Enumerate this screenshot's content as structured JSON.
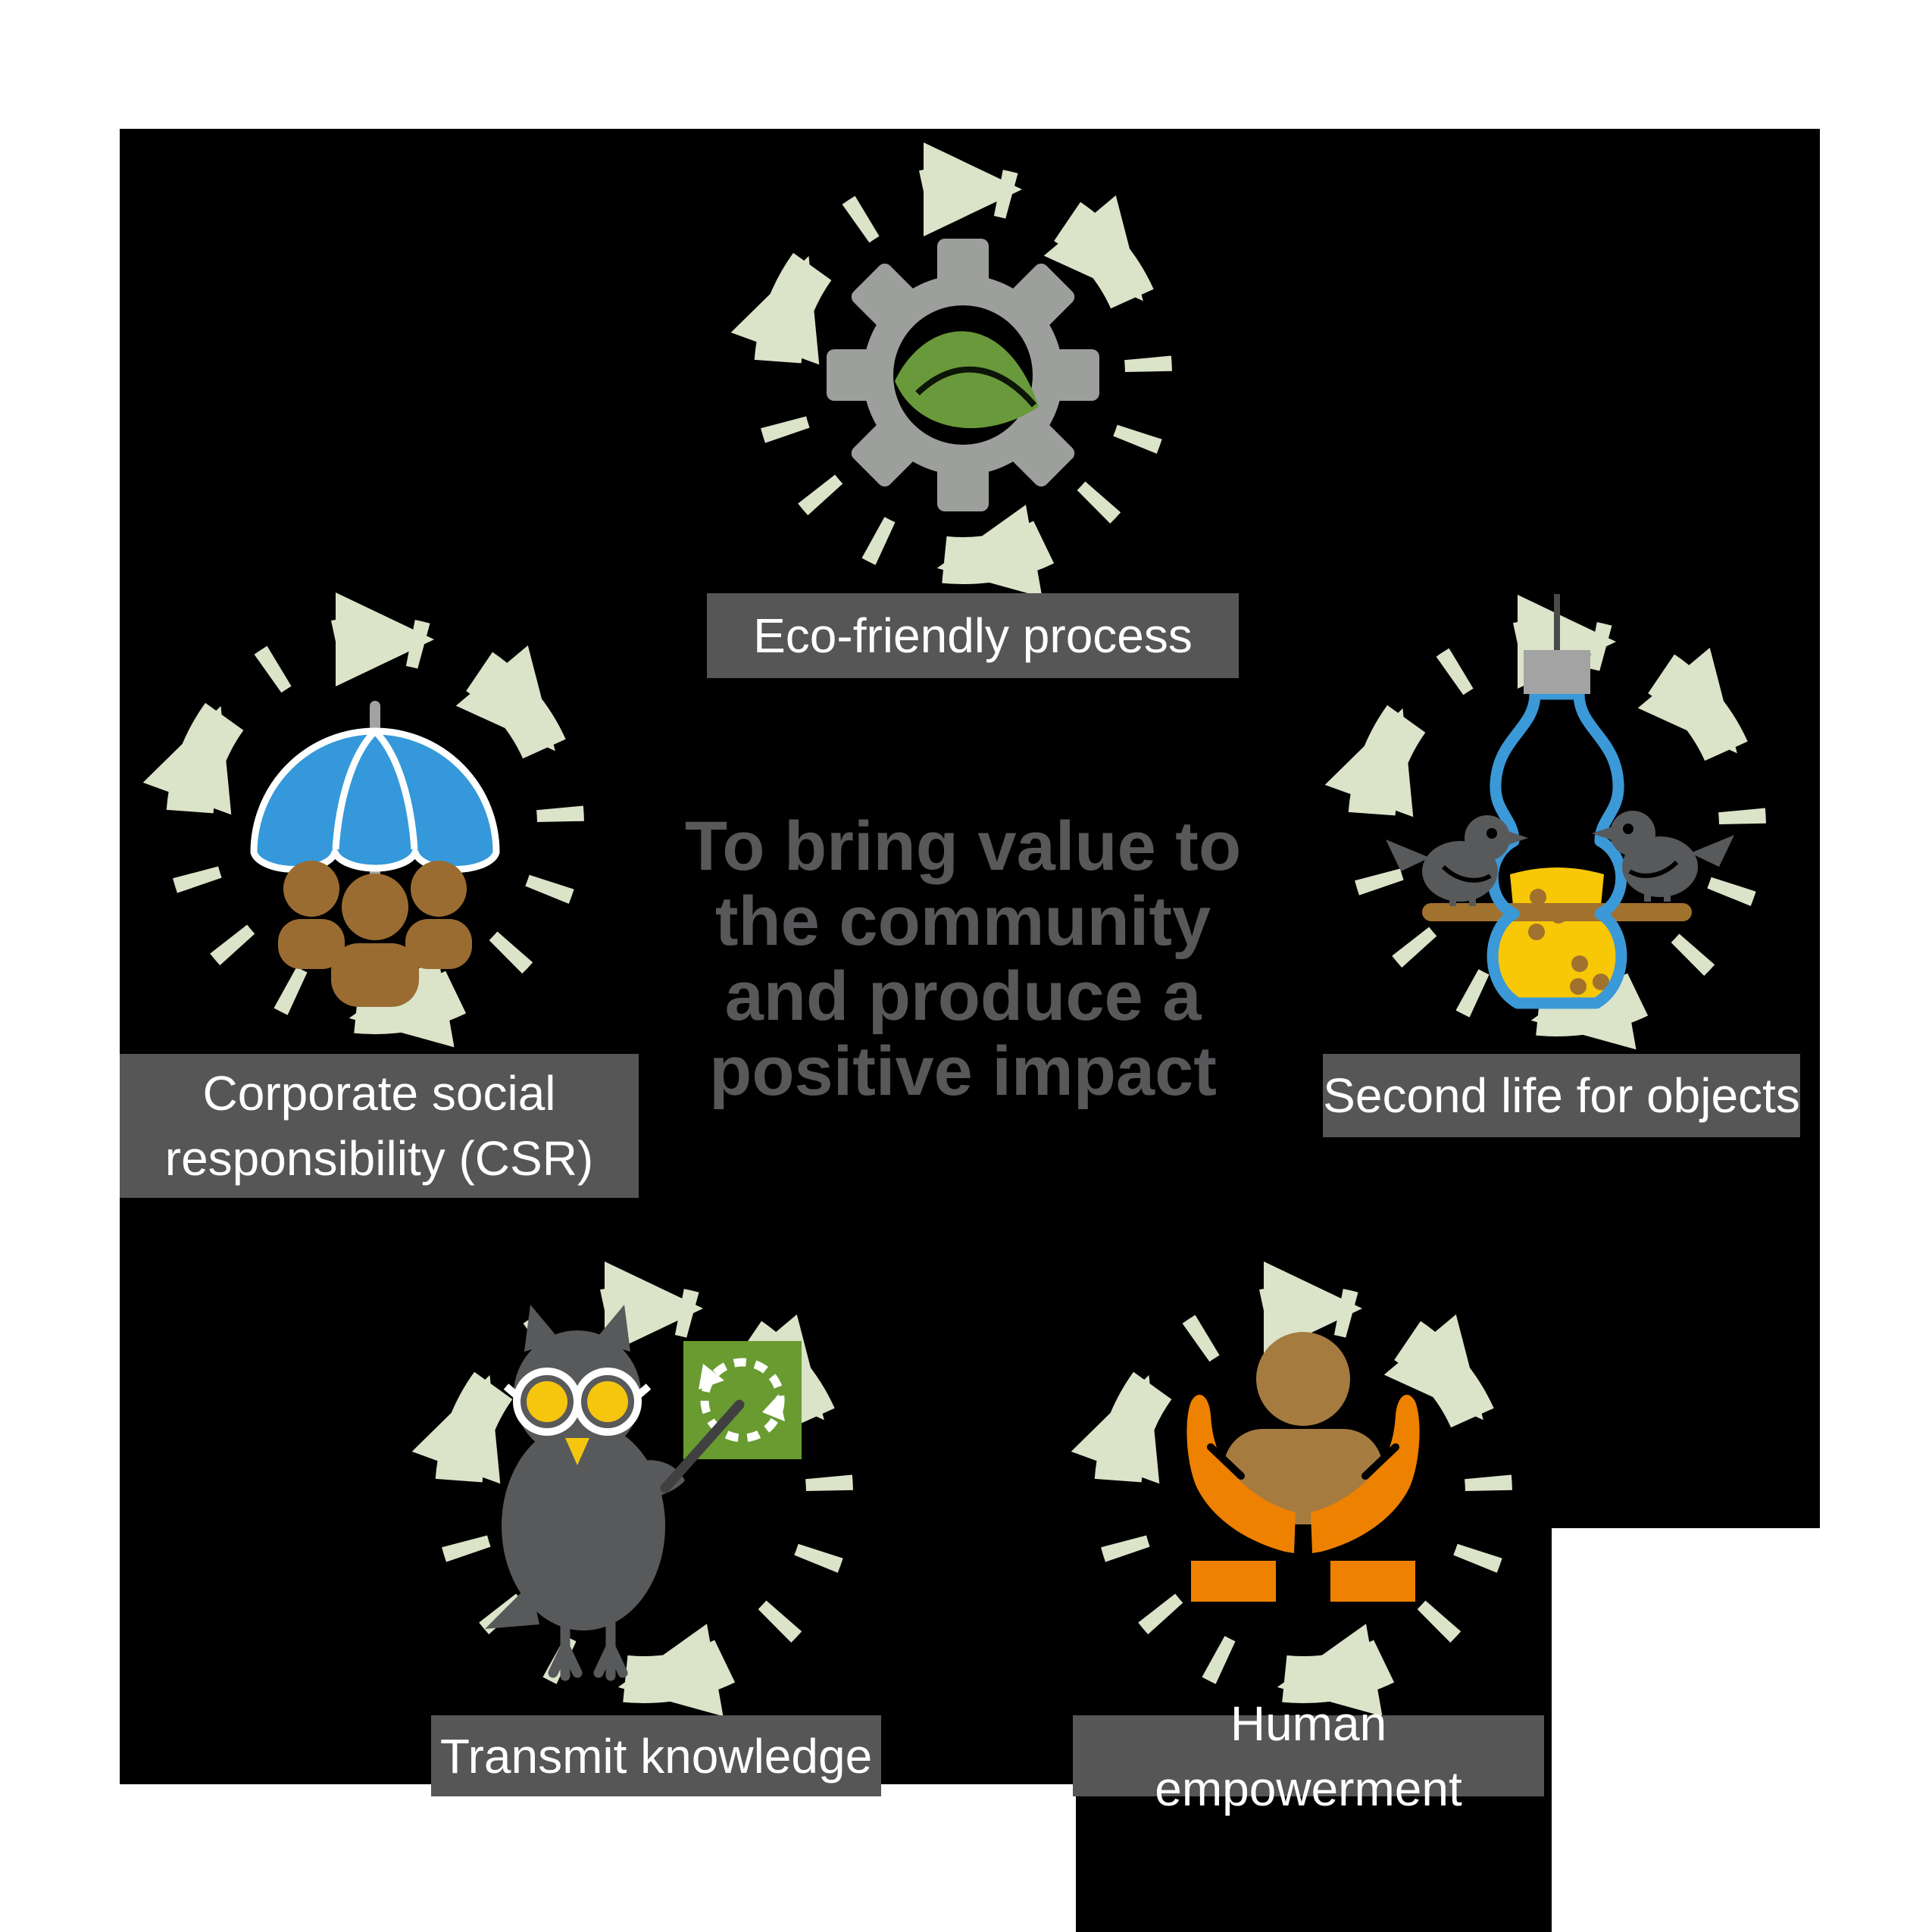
{
  "center_text": {
    "lines": [
      "To bring value to",
      "the community",
      "and produce a",
      "positive impact"
    ]
  },
  "badges": [
    {
      "id": "eco",
      "label": "Eco-friendly process",
      "icon": "gear-leaf-icon"
    },
    {
      "id": "csr",
      "label": "Corporate social responsibility (CSR)",
      "icon": "umbrella-people-icon"
    },
    {
      "id": "secondlife",
      "label": "Second life for objects",
      "icon": "bottle-bird-feeder-icon"
    },
    {
      "id": "transmit",
      "label": "Transmit knowledge",
      "icon": "owl-teacher-icon"
    },
    {
      "id": "human",
      "label": "Human empowerment",
      "icon": "hands-person-icon"
    }
  ],
  "colors": {
    "page_bg": "#000000",
    "page_margin": "#ffffff",
    "ring": "#dbe3c9",
    "label_bg": "#565656",
    "label_text": "#ffffff",
    "center_text": "#58585a",
    "gear": "#9d9f9c",
    "leaf": "#69993a",
    "leaf_vein": "#0d1506",
    "umbrella": "#3598da",
    "umbrella_trim": "#ffffff",
    "pole": "#a2a2a2",
    "people": "#9a6c31",
    "bottle": "#3b99d8",
    "cap": "#a3a3a3",
    "string": "#4a4a4a",
    "seed_fill": "#f8c705",
    "seed_dots": "#a0722e",
    "perch": "#a0722e",
    "bird": "#58595b",
    "owl": "#58595b",
    "glasses": "#ffffff",
    "owl_eye": "#f6c50e",
    "beak": "#f6c50e",
    "board": "#699b30",
    "board_mark": "#ffffff",
    "pointer": "#404041",
    "hand": "#ee8100",
    "person": "#a57b40"
  }
}
